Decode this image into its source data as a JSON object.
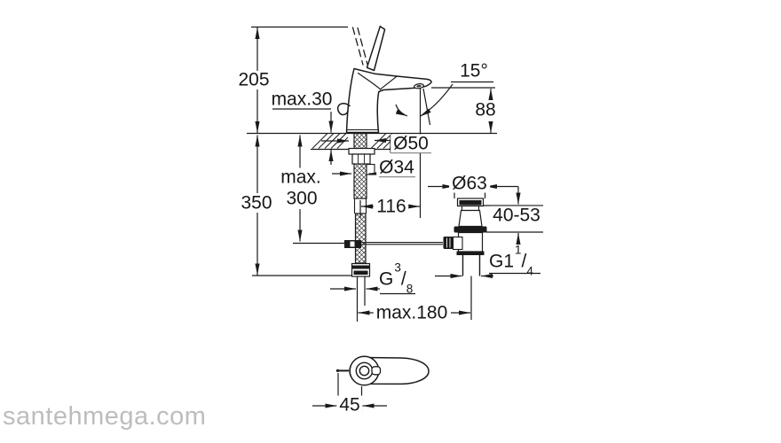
{
  "watermark": "santehmega.com",
  "dims": {
    "overall_height": "205",
    "max_deck_thickness": "max.30",
    "spout_angle": "15°",
    "spout_height": "88",
    "base_diameter": "Ø50",
    "hole_diameter": "Ø34",
    "max_hose_word": "max.",
    "max_hose_value": "300",
    "total_height_below": "350",
    "spout_reach": "116",
    "waste_diameter": "Ø63",
    "basin_thickness_range": "40-53",
    "spread_max": "max.180",
    "handle_offset": "45",
    "supply_thread": {
      "prefix": "G",
      "numerator": "3",
      "slash": "/",
      "denominator": "8"
    },
    "waste_thread": {
      "prefix": "G1",
      "numerator": "1",
      "slash": "/",
      "denominator": "4"
    }
  },
  "colors": {
    "ink": "#1a1a1a",
    "watermark": "#bdbdbd",
    "background": "#ffffff"
  }
}
